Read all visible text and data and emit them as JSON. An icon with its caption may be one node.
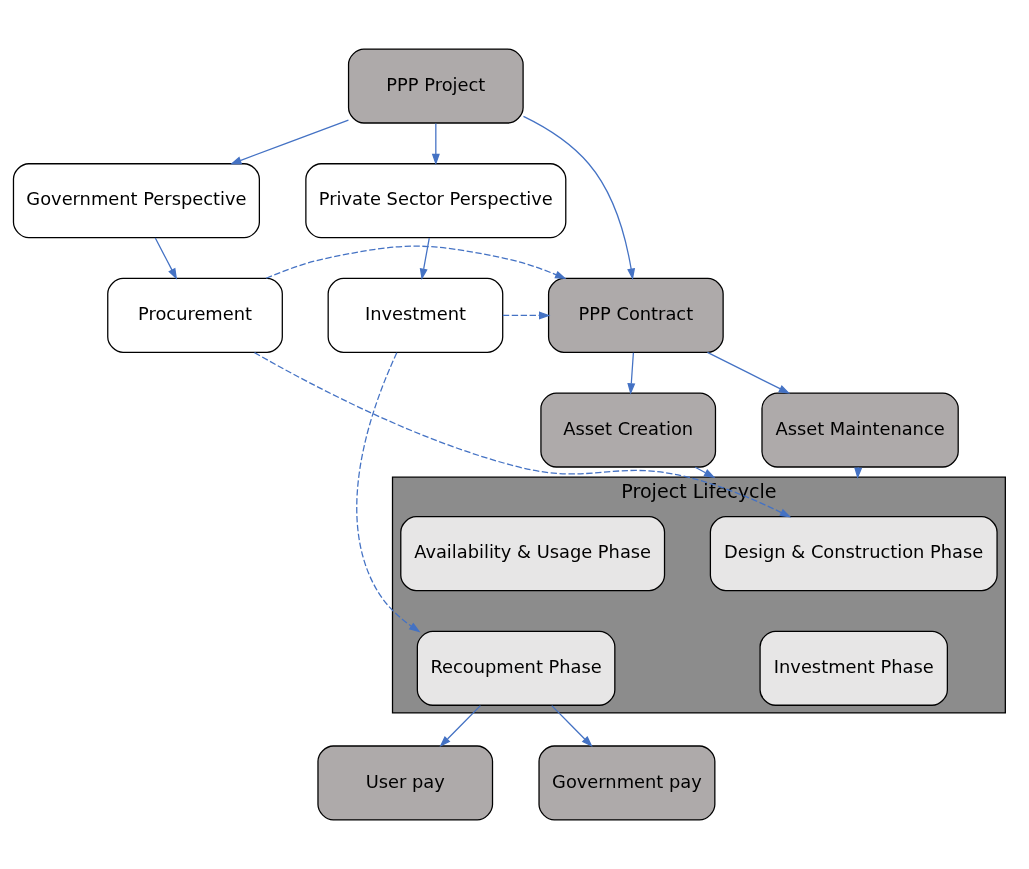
{
  "diagram": {
    "nodes": [
      {
        "text": [
          "PPP Project"
        ]
      },
      {
        "text": [
          "Government Perspective"
        ]
      },
      {
        "text": [
          "Private Sector Perspective"
        ]
      },
      {
        "text": [
          "Procurement"
        ]
      },
      {
        "text": [
          "PPP Contract"
        ]
      },
      {
        "text": [
          "Investment"
        ]
      },
      {
        "text": [
          "Asset Creation"
        ]
      },
      {
        "text": [
          "Asset Maintenance"
        ]
      },
      {
        "text": [
          "Project Lifecycle"
        ]
      },
      {
        "text": [
          "Design & Construction Phase"
        ],
        "in": 8
      },
      {
        "text": [
          "Availability & Usage Phase"
        ],
        "in": 8
      },
      {
        "text": [
          "Investment Phase"
        ],
        "in": 8
      },
      {
        "text": [
          "Recoupment Phase"
        ],
        "in": 8
      },
      {
        "text": [
          "User pay"
        ]
      },
      {
        "text": [
          "Government pay"
        ]
      }
    ],
    "edges": [
      {
        "from": 0,
        "to": 1,
        "arrow": "to"
      },
      {
        "from": 0,
        "to": 2,
        "arrow": "to"
      },
      {
        "from": 0,
        "to": 4,
        "arrow": "to"
      },
      {
        "from": 1,
        "to": 3,
        "arrow": "to"
      },
      {
        "from": 2,
        "to": 5,
        "arrow": "to"
      },
      {
        "from": 3,
        "to": 4,
        "arrow": "to",
        "style": "dashed"
      },
      {
        "from": 5,
        "to": 4,
        "arrow": "to",
        "style": "dashed"
      },
      {
        "from": 4,
        "to": 6,
        "arrow": "to"
      },
      {
        "from": 4,
        "to": 7,
        "arrow": "to"
      },
      {
        "from": 6,
        "to": 8,
        "arrow": "to"
      },
      {
        "from": 7,
        "to": 8,
        "arrow": "to"
      },
      {
        "from": 3,
        "to": 9,
        "arrow": "to",
        "style": "dashed"
      },
      {
        "from": 5,
        "to": 12,
        "arrow": "to",
        "style": "dashed"
      },
      {
        "from": 12,
        "to": 13,
        "arrow": "to"
      },
      {
        "from": 12,
        "to": 14,
        "arrow": "to"
      }
    ]
  }
}
